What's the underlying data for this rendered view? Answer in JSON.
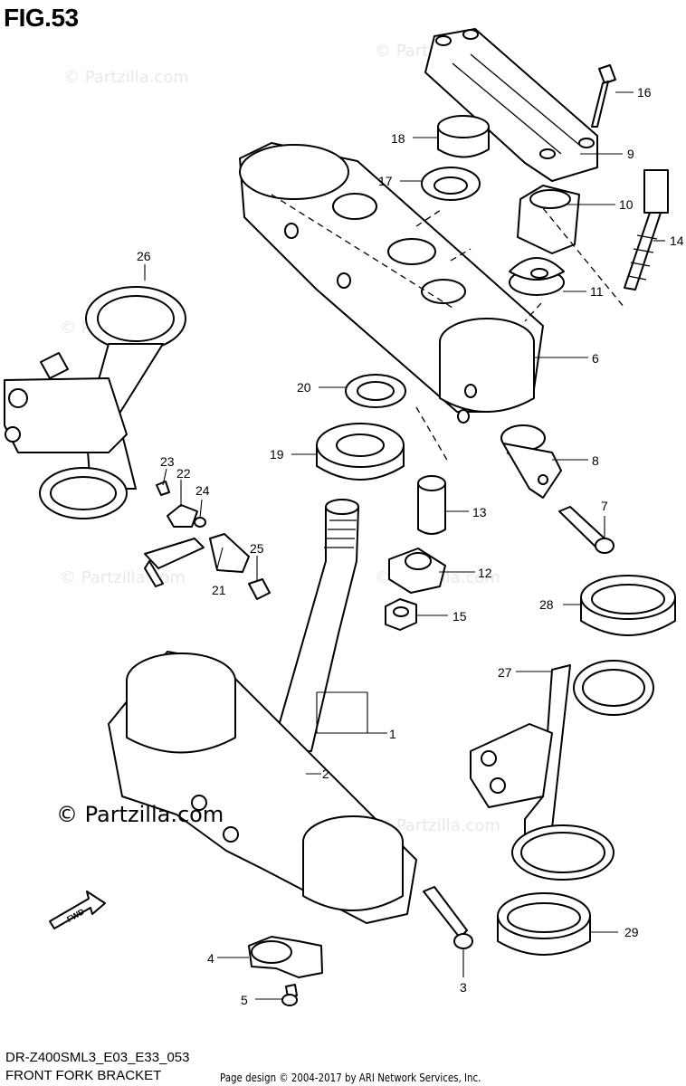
{
  "figure": {
    "title": "FIG.53"
  },
  "footer": {
    "model_code": "DR-Z400SML3_E03_E33_053",
    "title": "FRONT FORK BRACKET",
    "copyright": "Page design © 2004-2017 by ARI Network Services, Inc."
  },
  "watermark": {
    "text": "© Partzilla.com"
  },
  "callouts": [
    {
      "id": "c1",
      "label": "1"
    },
    {
      "id": "c2",
      "label": "2"
    },
    {
      "id": "c3",
      "label": "3"
    },
    {
      "id": "c4",
      "label": "4"
    },
    {
      "id": "c5",
      "label": "5"
    },
    {
      "id": "c6",
      "label": "6"
    },
    {
      "id": "c7",
      "label": "7"
    },
    {
      "id": "c8",
      "label": "8"
    },
    {
      "id": "c9",
      "label": "9"
    },
    {
      "id": "c10",
      "label": "10"
    },
    {
      "id": "c11",
      "label": "11"
    },
    {
      "id": "c12",
      "label": "12"
    },
    {
      "id": "c13",
      "label": "13"
    },
    {
      "id": "c14",
      "label": "14"
    },
    {
      "id": "c15",
      "label": "15"
    },
    {
      "id": "c16",
      "label": "16"
    },
    {
      "id": "c17",
      "label": "17"
    },
    {
      "id": "c18",
      "label": "18"
    },
    {
      "id": "c19",
      "label": "19"
    },
    {
      "id": "c20",
      "label": "20"
    },
    {
      "id": "c21",
      "label": "21"
    },
    {
      "id": "c22",
      "label": "22"
    },
    {
      "id": "c23",
      "label": "23"
    },
    {
      "id": "c24",
      "label": "24"
    },
    {
      "id": "c25",
      "label": "25"
    },
    {
      "id": "c26",
      "label": "26"
    },
    {
      "id": "c27",
      "label": "27"
    },
    {
      "id": "c28",
      "label": "28"
    },
    {
      "id": "c29",
      "label": "29"
    }
  ],
  "fwd_arrow": {
    "label": "FWD"
  }
}
